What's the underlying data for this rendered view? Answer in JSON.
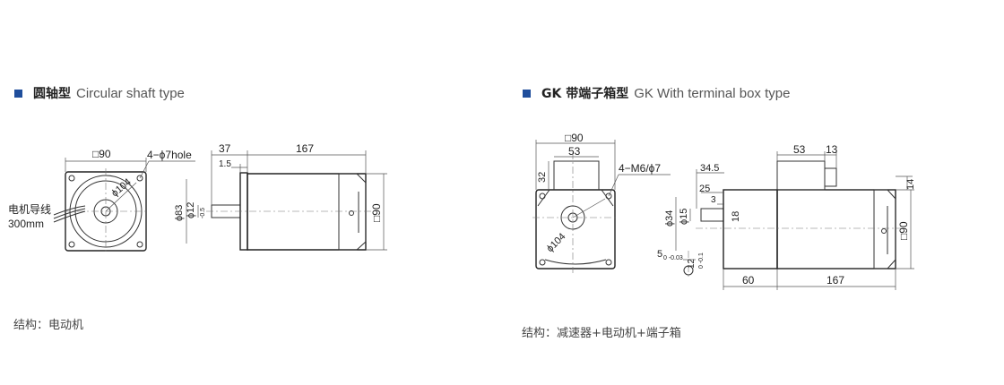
{
  "sections": {
    "left": {
      "title_cn": "圆轴型",
      "title_en": "Circular shaft type",
      "caption": "结构：电动机",
      "lead_label_line1": "电机导线",
      "lead_label_line2": "300mm",
      "dims": {
        "square": "□90",
        "holes": "4−ϕ7hole",
        "pcd": "ϕ104",
        "d37": "37",
        "d1_5": "1.5",
        "d167": "167",
        "phi83": "ϕ83",
        "phi12": "ϕ12",
        "tol": "-0.5",
        "sq90": "□90"
      }
    },
    "right": {
      "title_cn": "GK 带端子箱型",
      "title_en": "GK With terminal box type",
      "caption": "结构：减速器+电动机+端子箱",
      "dims": {
        "square": "□90",
        "d53": "53",
        "d32": "32",
        "holes": "4−M6/ϕ7",
        "pcd": "ϕ104",
        "d34_5": "34.5",
        "d25": "25",
        "d3": "3",
        "phi34": "ϕ34",
        "phi15": "ϕ15",
        "d18": "18",
        "d53b": "53",
        "d13": "13",
        "d14": "14",
        "sq90": "□90",
        "key5": "5",
        "key5tol": "0\n-0.03",
        "key12": "12",
        "key12tol": "0\n-0.1",
        "d60": "60",
        "d167": "167"
      }
    }
  }
}
